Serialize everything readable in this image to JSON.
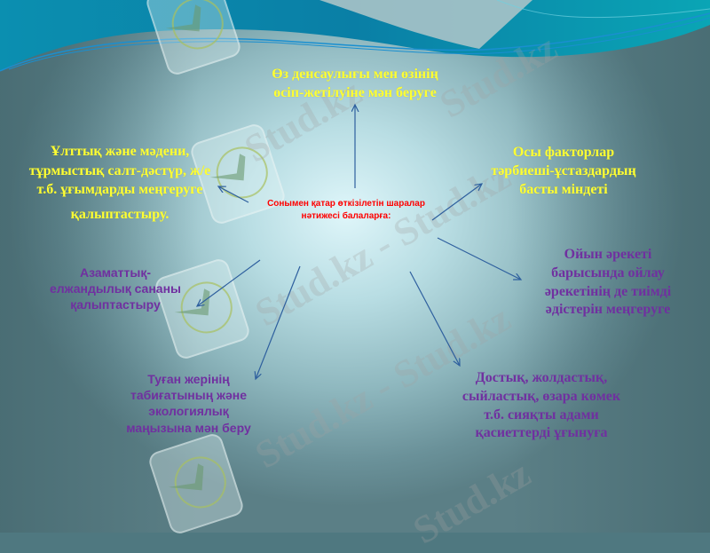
{
  "slide": {
    "center": {
      "line1": "Сонымен қатар өткізілетін шаралар",
      "line2": "нәтижесі балаларға:"
    },
    "nodes": [
      {
        "id": "top",
        "lines": [
          "Өз денсаулығы мен өзінің",
          "өсіп-жетілуіне мән беруге"
        ],
        "color": "#ffff33"
      },
      {
        "id": "upper-left",
        "lines": [
          "Ұлттық және мәдени,",
          "тұрмыстық салт-дәстүр, ж/е",
          "т.б. ұғымдарды меңгеруге",
          "қалыптастыру."
        ],
        "color": "#ffff33"
      },
      {
        "id": "upper-right",
        "lines": [
          "Осы факторлар",
          "тәрбиеші-ұстаздардың",
          "басты міндеті"
        ],
        "color": "#ffff33"
      },
      {
        "id": "right",
        "lines": [
          "Ойын әрекеті",
          "барысында ойлау",
          "әрекетінің де тиімді",
          "әдістерін меңгеруге"
        ],
        "color": "#7030a0"
      },
      {
        "id": "left",
        "lines": [
          "Азаматтық-",
          "елжандылық сананы",
          "қалыптастыру"
        ],
        "color": "#7030a0"
      },
      {
        "id": "lower-left",
        "lines": [
          "Туған жерінің",
          "табиғатының және",
          "экологиялық",
          "маңызына мән беру"
        ],
        "color": "#7030a0"
      },
      {
        "id": "lower-right",
        "lines": [
          "Достық, жолдастық,",
          "сыйластық, өзара көмек",
          "т.б. сияқты адами",
          "қасиеттерді ұғынуға"
        ],
        "color": "#7030a0"
      }
    ],
    "arrow_color": "#2e5f9e",
    "watermark_text": "Stud.kz",
    "watermark_long": "Stud.kz - Stud.kz"
  }
}
